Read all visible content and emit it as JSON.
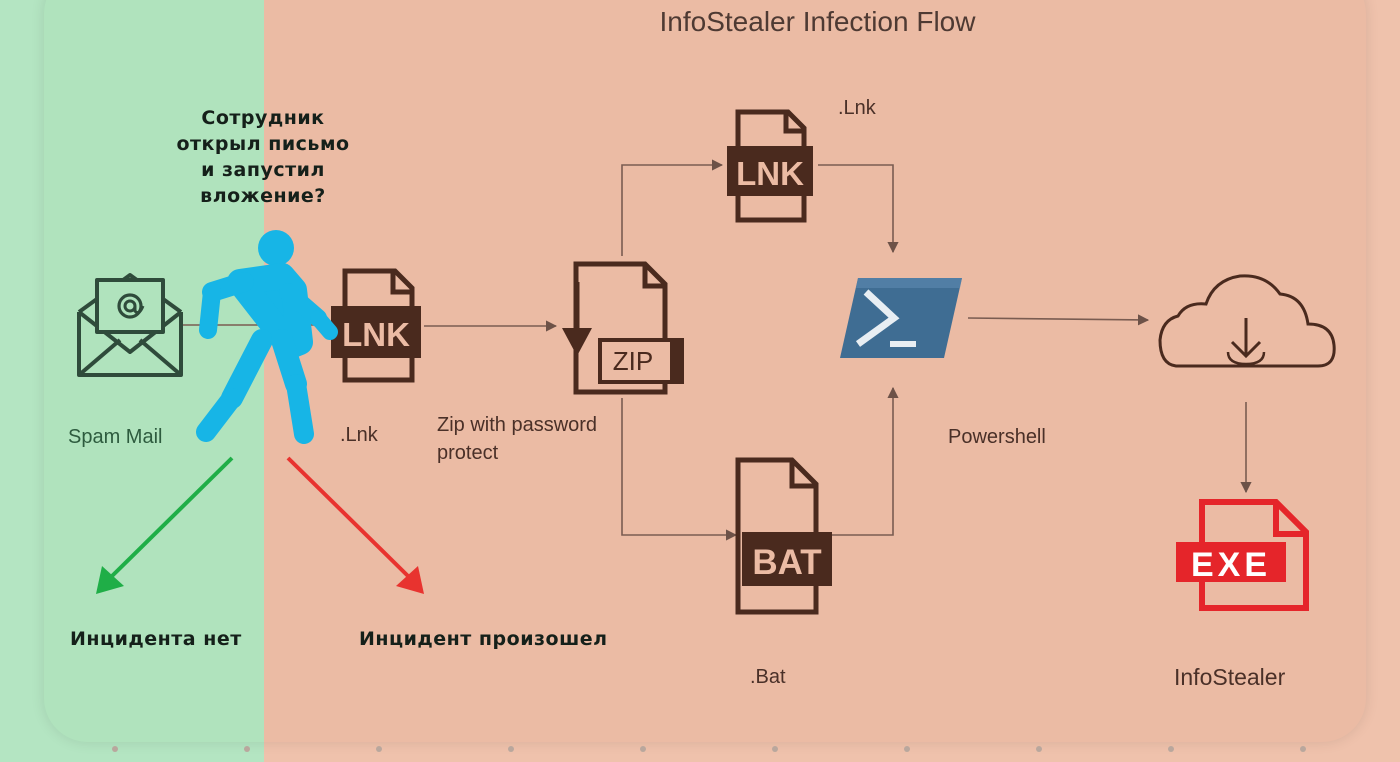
{
  "title": "InfoStealer Infection Flow",
  "question": "Сотрудник открыл письмо и запустил вложение?",
  "outcomes": {
    "no_incident": "Инцидента нет",
    "incident": "Инцидент произошел"
  },
  "nodes": {
    "spam_mail": {
      "label": "Spam Mail",
      "icon": "envelope-at-icon"
    },
    "lnk_first": {
      "label": ".Lnk",
      "icon_text": "LNK"
    },
    "zip": {
      "label": "Zip with password protect",
      "label_line1": "Zip with password",
      "label_line2": "protect",
      "icon_text": "ZIP"
    },
    "lnk_second": {
      "label": ".Lnk",
      "icon_text": "LNK"
    },
    "bat": {
      "label": ".Bat",
      "icon_text": "BAT"
    },
    "powershell": {
      "label": "Powershell",
      "icon": "powershell-icon"
    },
    "cloud": {
      "icon": "cloud-download-icon"
    },
    "infostealer": {
      "label": "InfoStealer",
      "icon_text": "EXE"
    }
  },
  "colors": {
    "green_zone": "#b0e3bd",
    "red_zone": "#ebbba4",
    "icon_brown": "#4a2a1e",
    "person": "#17b5e6",
    "arrow_green": "#1fae47",
    "arrow_red": "#e8332f",
    "exe_red": "#e5252a",
    "powershell_blue": "#3f6d93"
  }
}
